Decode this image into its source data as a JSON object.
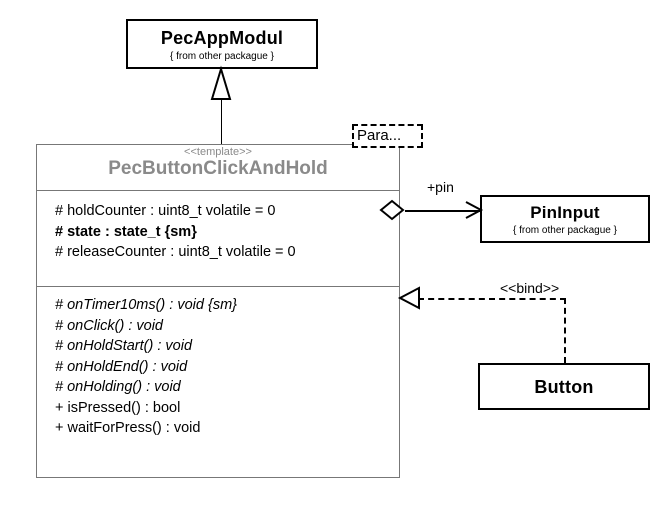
{
  "diagram": {
    "type": "uml-class-diagram",
    "background": "#ffffff",
    "template_class_color": "#8a8a8a"
  },
  "classes": {
    "pec_app_modul": {
      "name": "PecAppModul",
      "sub": "{ from other packague }"
    },
    "pin_input": {
      "name": "PinInput",
      "sub": "{ from other packague }"
    },
    "button": {
      "name": "Button"
    },
    "main": {
      "stereotype": "<<template>>",
      "name": "PecButtonClickAndHold",
      "template_parameter": "Para...",
      "attributes": [
        {
          "text": "# holdCounter : uint8_t volatile = 0",
          "style": "normal"
        },
        {
          "text": "# state : state_t {sm}",
          "style": "bold"
        },
        {
          "text": "# releaseCounter : uint8_t volatile = 0",
          "style": "normal"
        }
      ],
      "operations": [
        {
          "text": "# onTimer10ms() : void {sm}",
          "style": "italic"
        },
        {
          "text": "# onClick() : void",
          "style": "italic"
        },
        {
          "text": "# onHoldStart() : void",
          "style": "italic"
        },
        {
          "text": "# onHoldEnd() : void",
          "style": "italic"
        },
        {
          "text": "# onHolding() : void",
          "style": "italic"
        },
        {
          "text": "+ isPressed() : bool",
          "style": "normal"
        },
        {
          "text": "+ waitForPress() : void",
          "style": "normal"
        }
      ]
    }
  },
  "relationships": {
    "generalization": {
      "label": "",
      "from": "PecButtonClickAndHold",
      "to": "PecAppModul",
      "arrow": "hollow-triangle"
    },
    "aggregation": {
      "label": "+pin",
      "from": "PecButtonClickAndHold",
      "to": "PinInput",
      "arrow": "hollow-diamond-open-arrow"
    },
    "bind": {
      "label": "<<bind>>",
      "from": "Button",
      "to": "PecButtonClickAndHold",
      "arrow": "dashed-hollow-triangle"
    }
  }
}
